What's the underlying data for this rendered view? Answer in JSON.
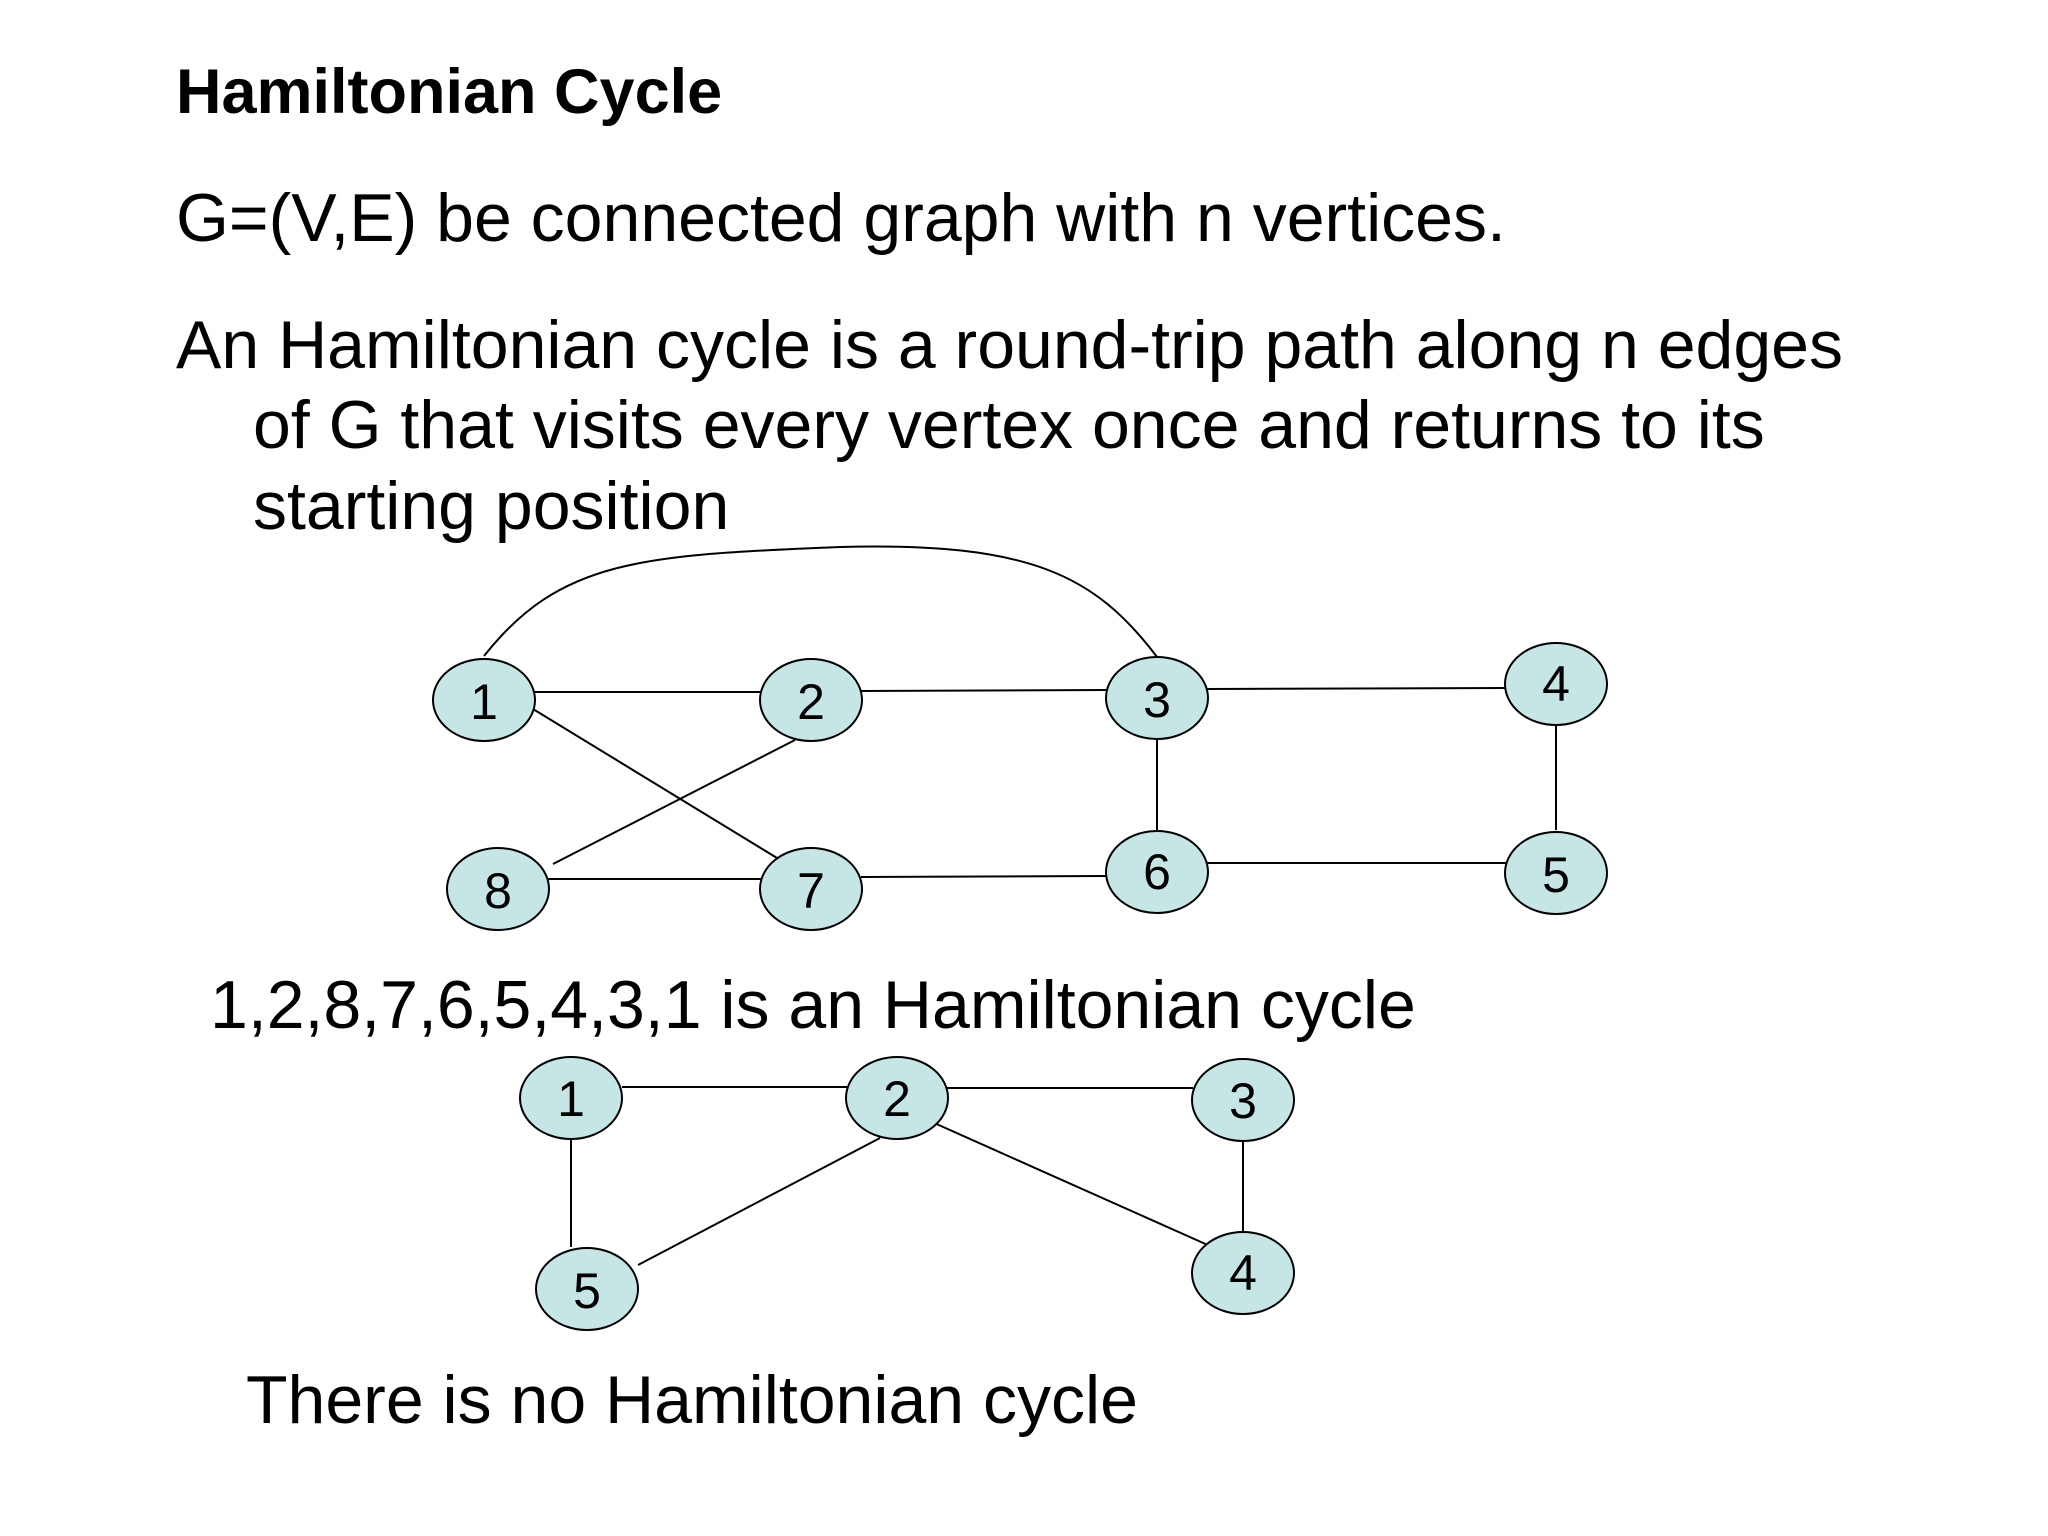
{
  "slide": {
    "title": "Hamiltonian Cycle",
    "definition_line": "G=(V,E) be connected graph with n vertices.",
    "hamiltonian_definition": [
      "An Hamiltonian cycle is a round-trip path along n edges",
      "of G that visits every vertex once and returns to its",
      "starting position"
    ],
    "cycle_caption": "1,2,8,7,6,5,4,3,1 is an Hamiltonian cycle",
    "no_cycle_caption": "There is no Hamiltonian cycle"
  },
  "graphs": {
    "graph1": {
      "node_labels": [
        "1",
        "2",
        "3",
        "4",
        "5",
        "6",
        "7",
        "8"
      ],
      "edges": [
        [
          "1",
          "2"
        ],
        [
          "2",
          "3"
        ],
        [
          "3",
          "4"
        ],
        [
          "4",
          "5"
        ],
        [
          "5",
          "6"
        ],
        [
          "6",
          "3"
        ],
        [
          "6",
          "7"
        ],
        [
          "7",
          "8"
        ],
        [
          "8",
          "2"
        ],
        [
          "1",
          "7"
        ],
        [
          "1",
          "3"
        ]
      ]
    },
    "graph2": {
      "node_labels": [
        "1",
        "2",
        "3",
        "4",
        "5"
      ],
      "edges": [
        [
          "1",
          "2"
        ],
        [
          "2",
          "3"
        ],
        [
          "3",
          "4"
        ],
        [
          "2",
          "4"
        ],
        [
          "2",
          "5"
        ],
        [
          "1",
          "5"
        ]
      ]
    }
  },
  "colors": {
    "node_fill": "#c6e6e6",
    "node_stroke": "#000000",
    "edge": "#000000",
    "text": "#000000",
    "background": "#ffffff"
  }
}
